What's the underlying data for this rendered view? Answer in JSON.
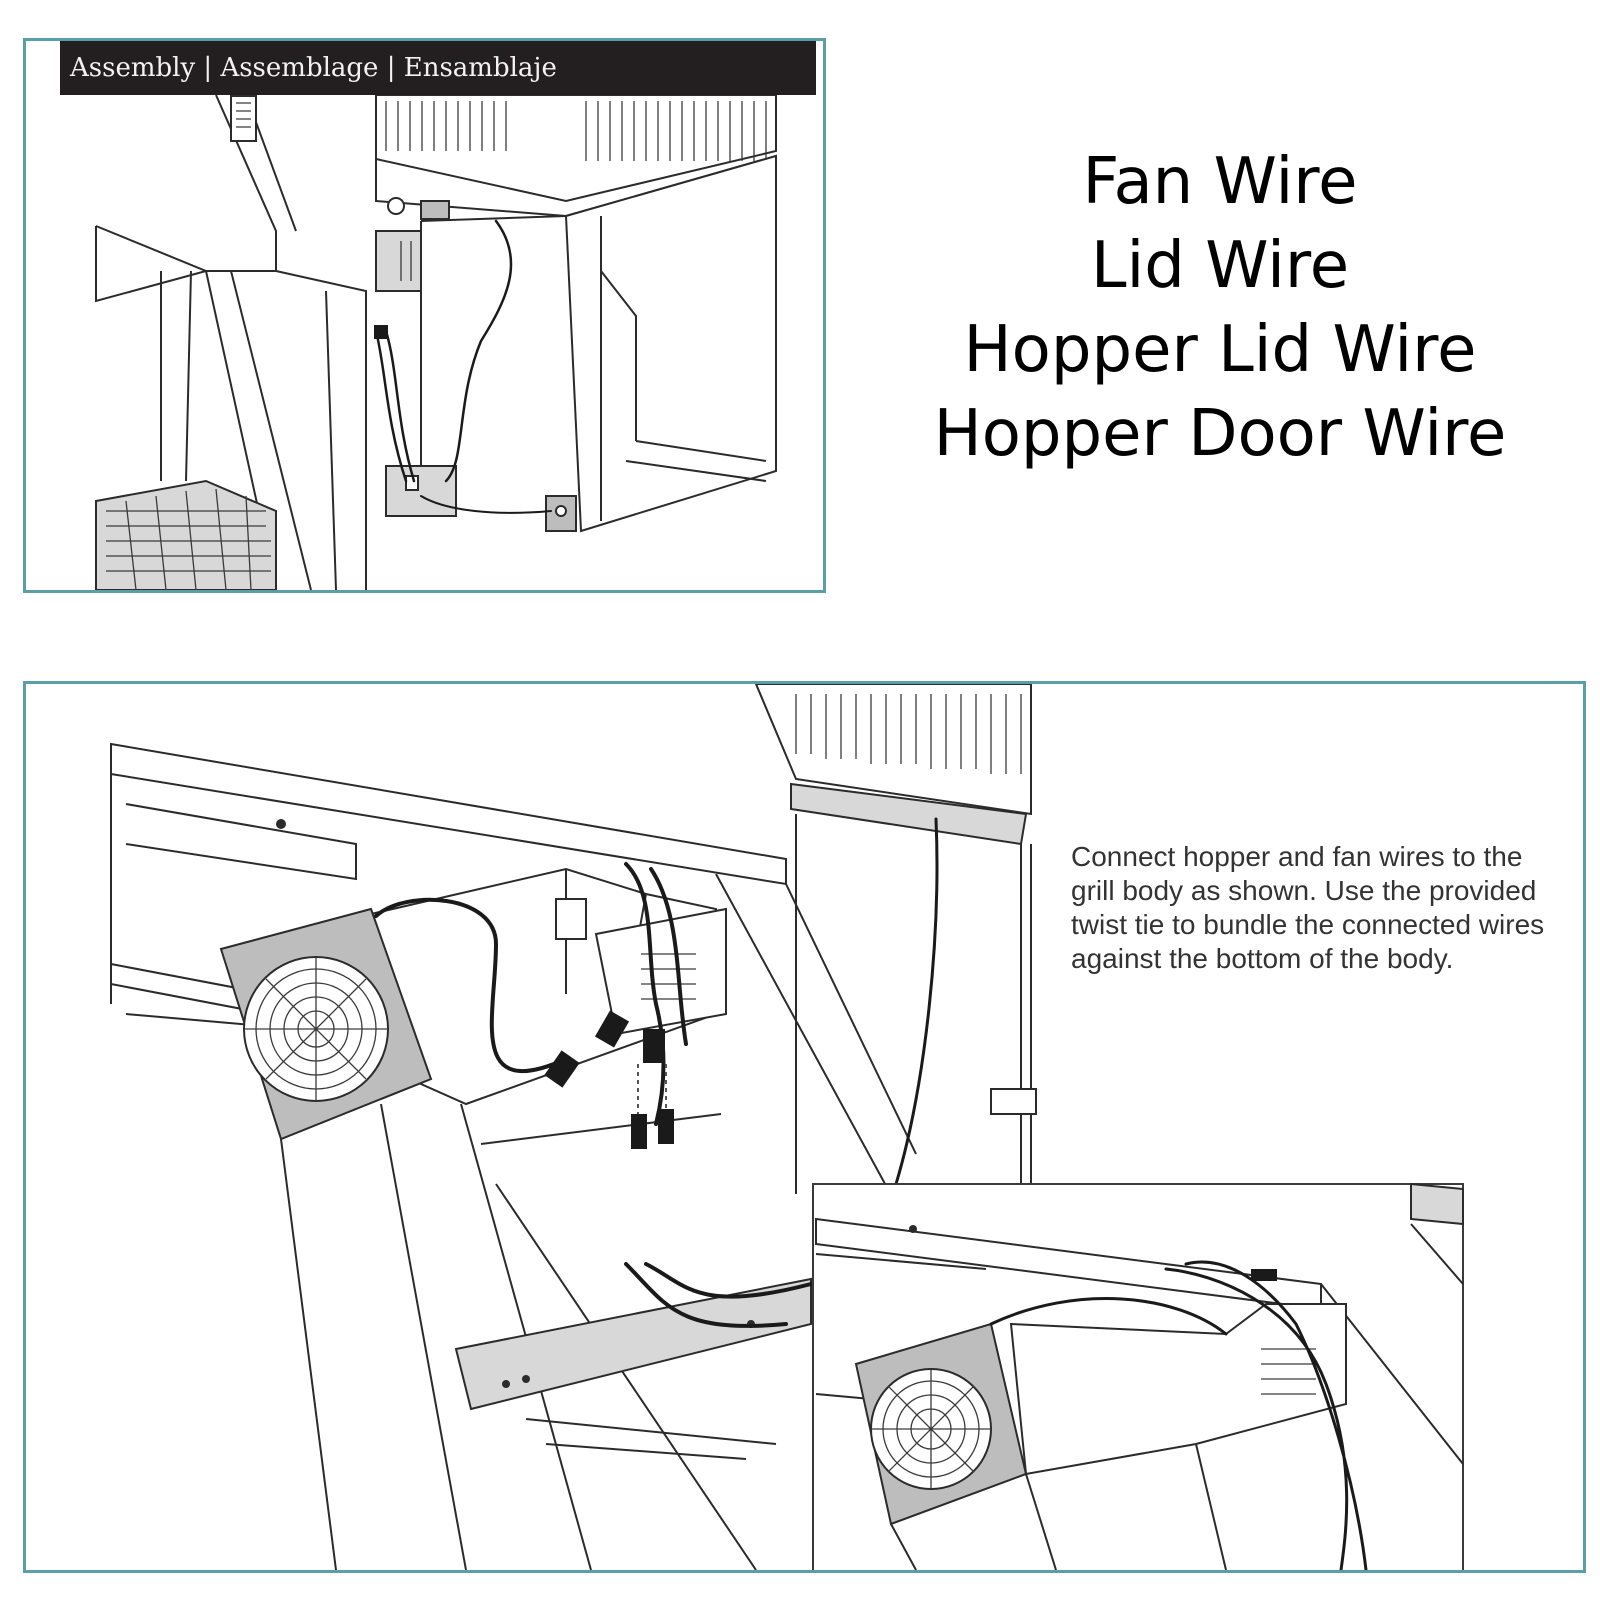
{
  "header": {
    "title": "Assembly | Assemblage | Ensamblaje"
  },
  "wire_list": {
    "items": [
      "Fan Wire",
      "Lid Wire",
      "Hopper Lid Wire",
      "Hopper Door Wire"
    ]
  },
  "instruction": {
    "text": "Connect hopper and fan wires to the grill body as shown. Use the provided twist tie to bundle the connected wires against the bottom of the body."
  },
  "colors": {
    "frame_border": "#5a9fa7",
    "header_bg": "#231f20",
    "header_text": "#f2f2f2"
  }
}
